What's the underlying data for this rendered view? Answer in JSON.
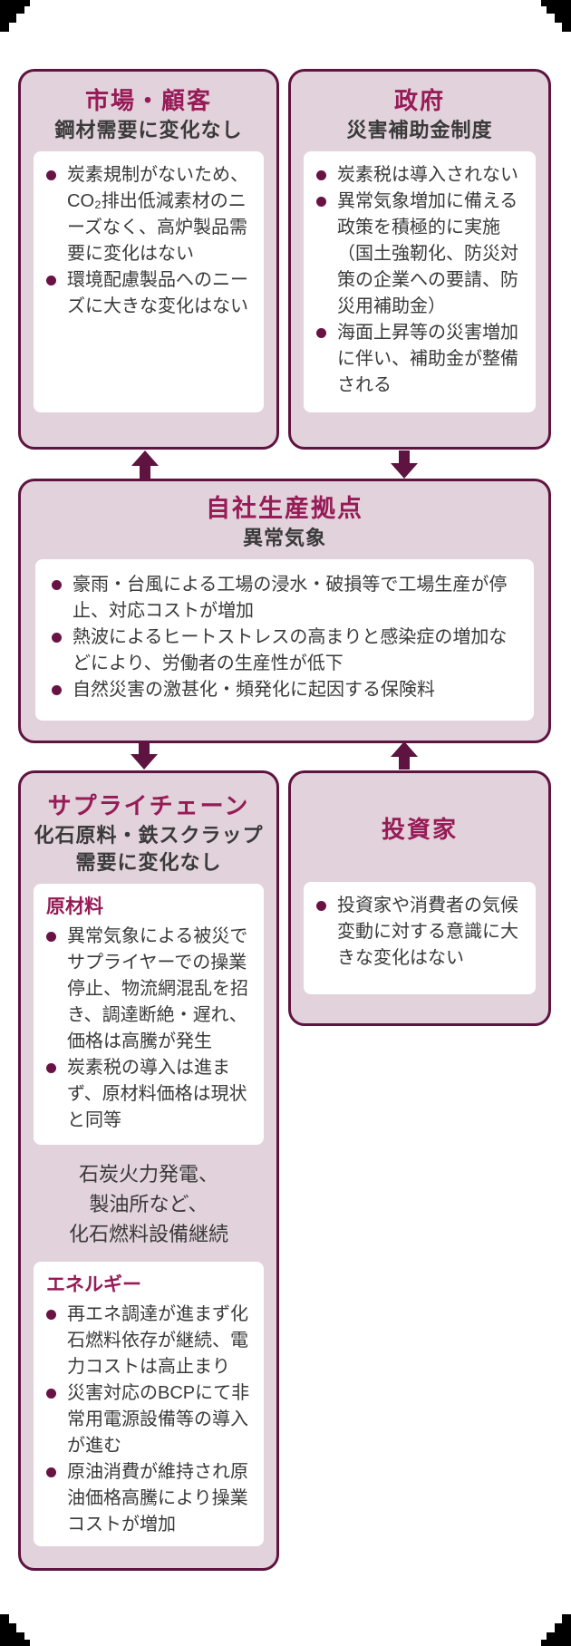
{
  "palette": {
    "page_bg": "#ffffff",
    "box_bg": "#e2d2dc",
    "box_border": "#5e1340",
    "accent_title": "#961b56",
    "body_text": "#3a3a3a",
    "panel_bg": "#ffffff",
    "arrow": "#5e1340",
    "bullet_dot": "#681343",
    "corner": "#000000"
  },
  "boxes": {
    "market": {
      "title": "市場・顧客",
      "subtitle": "鋼材需要に変化なし",
      "bullets": [
        "炭素規制がないため、CO₂排出低減素材のニーズなく、高炉製品需要に変化はない",
        "環境配慮製品へのニーズに大きな変化はない"
      ]
    },
    "government": {
      "title": "政府",
      "subtitle": "災害補助金制度",
      "bullets": [
        "炭素税は導入されない",
        "異常気象増加に備える政策を積極的に実施（国土強靭化、防災対策の企業への要請、防災用補助金）",
        "海面上昇等の災害増加に伴い、補助金が整備される"
      ]
    },
    "production": {
      "title": "自社生産拠点",
      "subtitle": "異常気象",
      "bullets": [
        "豪雨・台風による工場の浸水・破損等で工場生産が停止、対応コストが増加",
        "熱波によるヒートストレスの高まりと感染症の増加などにより、労働者の生産性が低下",
        "自然災害の激甚化・頻発化に起因する保険料"
      ]
    },
    "supply_chain": {
      "title": "サプライチェーン",
      "subtitle": "化石原料・鉄スクラップ\n需要に変化なし",
      "raw_materials": {
        "heading": "原材料",
        "bullets": [
          "異常気象による被災でサプライヤーでの操業停止、物流網混乱を招き、調達断絶・遅れ、価格は高騰が発生",
          "炭素税の導入は進まず、原材料価格は現状と同等"
        ]
      },
      "interstitial": "石炭火力発電、\n製油所など、\n化石燃料設備継続",
      "energy": {
        "heading": "エネルギー",
        "bullets": [
          "再エネ調達が進まず化石燃料依存が継続、電力コストは高止まり",
          "災害対応のBCPにて非常用電源設備等の導入が進む",
          "原油消費が維持され原油価格高騰により操業コストが増加"
        ]
      }
    },
    "investor": {
      "title": "投資家",
      "bullets": [
        "投資家や消費者の気候変動に対する意識に大きな変化はない"
      ]
    }
  }
}
